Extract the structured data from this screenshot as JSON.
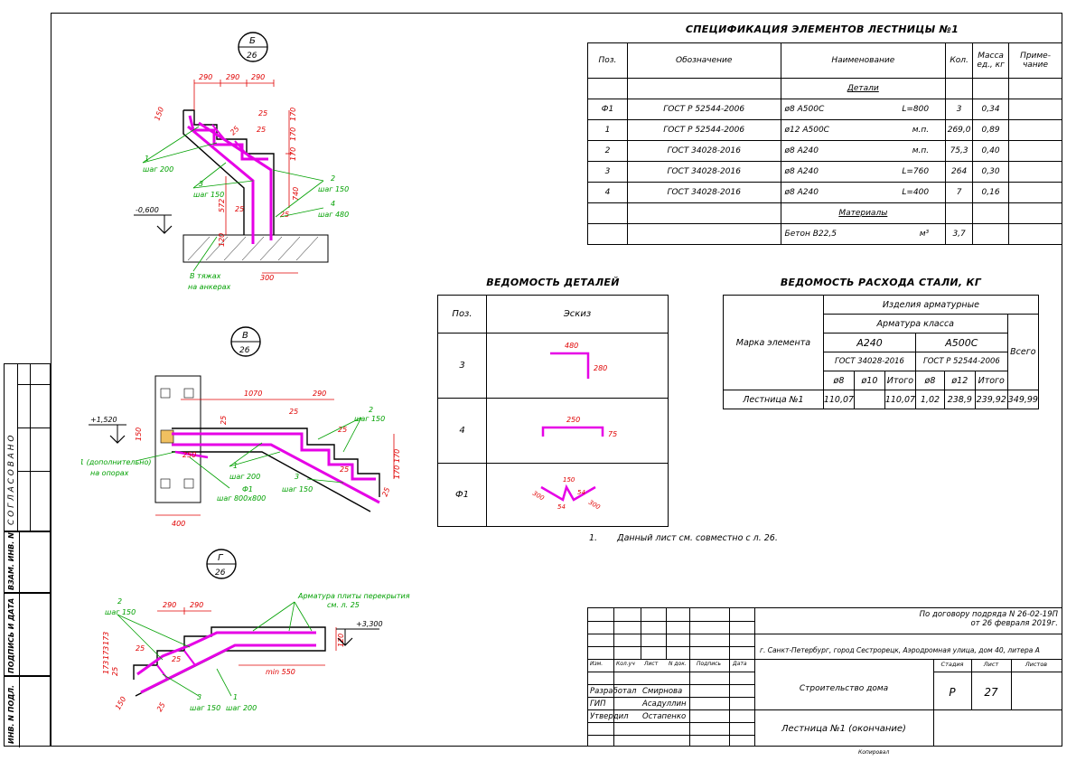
{
  "side_stamp": {
    "agreed": "С О Г Л А С О В А Н О",
    "replaced_inv": "ВЗАМ. ИНВ. N",
    "signature_date": "ПОДПИСЬ И ДАТА",
    "inv_original": "ИНВ. N ПОДЛ."
  },
  "spec": {
    "title": "СПЕЦИФИКАЦИЯ ЭЛЕМЕНТОВ ЛЕСТНИЦЫ №1",
    "headers": [
      "Поз.",
      "Обозначение",
      "Наименование",
      "Кол.",
      "Масса ед., кг",
      "Приме- чание"
    ],
    "section_details": "Детали",
    "section_materials": "Материалы",
    "rows": [
      {
        "pos": "Ф1",
        "doc": "ГОСТ Р 52544-2006",
        "name": "ø8 А500С",
        "len": "L=800",
        "qty": "3",
        "mass": "0,34"
      },
      {
        "pos": "1",
        "doc": "ГОСТ Р 52544-2006",
        "name": "ø12 А500С",
        "len": "м.п.",
        "qty": "269,0",
        "mass": "0,89"
      },
      {
        "pos": "2",
        "doc": "ГОСТ 34028-2016",
        "name": "ø8 А240",
        "len": "м.п.",
        "qty": "75,3",
        "mass": "0,40"
      },
      {
        "pos": "3",
        "doc": "ГОСТ 34028-2016",
        "name": "ø8 А240",
        "len": "L=760",
        "qty": "264",
        "mass": "0,30"
      },
      {
        "pos": "4",
        "doc": "ГОСТ 34028-2016",
        "name": "ø8 А240",
        "len": "L=400",
        "qty": "7",
        "mass": "0,16"
      }
    ],
    "material": {
      "name": "Бетон В22,5",
      "unit": "м³",
      "qty": "3,7"
    }
  },
  "details": {
    "title": "ВЕДОМОСТЬ ДЕТАЛЕЙ",
    "col_pos": "Поз.",
    "col_sketch": "Эскиз",
    "rows": [
      {
        "pos": "3",
        "dims": [
          "480",
          "280"
        ]
      },
      {
        "pos": "4",
        "dims": [
          "250",
          "75"
        ]
      },
      {
        "pos": "Ф1",
        "dims": [
          "300",
          "150",
          "54",
          "54",
          "300"
        ]
      }
    ]
  },
  "steel": {
    "title": "ВЕДОМОСТЬ РАСХОДА СТАЛИ, КГ",
    "mark_col": "Марка элемента",
    "products": "Изделия арматурные",
    "rebar_class": "Арматура класса",
    "a240": "А240",
    "a500": "А500С",
    "total_col": "Всего",
    "gost240": "ГОСТ 34028-2016",
    "gost500": "ГОСТ Р 52544-2006",
    "sub": [
      "ø8",
      "ø10",
      "Итого",
      "ø8",
      "ø12",
      "Итого"
    ],
    "row": {
      "name": "Лестница №1",
      "vals": [
        "110,07",
        "",
        "110,07",
        "1,02",
        "238,9",
        "239,92",
        "349,99"
      ]
    }
  },
  "note": {
    "num": "1.",
    "text": "Данный лист см. совместно с л. 26."
  },
  "views": [
    {
      "letter": "Б",
      "sheet": "26"
    },
    {
      "letter": "В",
      "sheet": "26"
    },
    {
      "letter": "Г",
      "sheet": "26"
    }
  ],
  "view_b": {
    "dims": [
      "290",
      "290",
      "290",
      "25",
      "25",
      "150",
      "170",
      "170",
      "170",
      "25",
      "572",
      "25",
      "25",
      "740",
      "120",
      "300"
    ],
    "labels": [
      {
        "title": "1",
        "sub": "шаг 200"
      },
      {
        "title": "3",
        "sub": "шаг 150"
      },
      {
        "title": "2",
        "sub": "шаг 150"
      },
      {
        "title": "4",
        "sub": "шаг 480"
      },
      {
        "title": "В тяжах",
        "sub": "на анкерах"
      }
    ],
    "level": "-0,600"
  },
  "view_v": {
    "dims": [
      "1070",
      "290",
      "25",
      "25",
      "150",
      "25",
      "170",
      "170",
      "25",
      "250",
      "400",
      "25"
    ],
    "labels": [
      {
        "title": "2",
        "sub": "шаг 150"
      },
      {
        "title": "1 (дополнительно)",
        "sub": "на опорах"
      },
      {
        "title": "1",
        "sub": "шаг 200"
      },
      {
        "title": "Ф1",
        "sub": "шаг 800х800"
      },
      {
        "title": "3",
        "sub": "шаг 150"
      }
    ],
    "level": "+1,520"
  },
  "view_g": {
    "dims": [
      "290",
      "290",
      "25",
      "25",
      "173",
      "173",
      "173",
      "120",
      "min 550",
      "150",
      "25",
      "25"
    ],
    "labels": [
      {
        "title": "2",
        "sub": "шаг 150"
      },
      {
        "title": "Арматура плиты перекрытия",
        "sub": "см. л. 25"
      },
      {
        "title": "3",
        "sub": "шаг 150"
      },
      {
        "title": "1",
        "sub": "шаг 200"
      }
    ],
    "level": "+3,300"
  },
  "title_block": {
    "contract1": "По договору подряда N 26-02-19П",
    "contract2": "от 26 февраля 2019г.",
    "address": "г. Санкт-Петербург, город Сестрорецк, Аэродромная улица, дом 40, литера А",
    "col_heads": [
      "Изм.",
      "Кол.уч",
      "Лист",
      "N док.",
      "Подпись",
      "Дата"
    ],
    "people": [
      {
        "role": "Разработал",
        "name": "Смирнова"
      },
      {
        "role": "ГИП",
        "name": "Асадуллин"
      },
      {
        "role": "Утвердил",
        "name": "Остапенко"
      }
    ],
    "object": "Строительство дома",
    "stage_h": "Стадия",
    "sheet_h": "Лист",
    "sheets_h": "Листов",
    "stage": "Р",
    "sheet": "27",
    "sheets": "",
    "drawing": "Лестница №1 (окончание)",
    "copied": "Копировал"
  }
}
